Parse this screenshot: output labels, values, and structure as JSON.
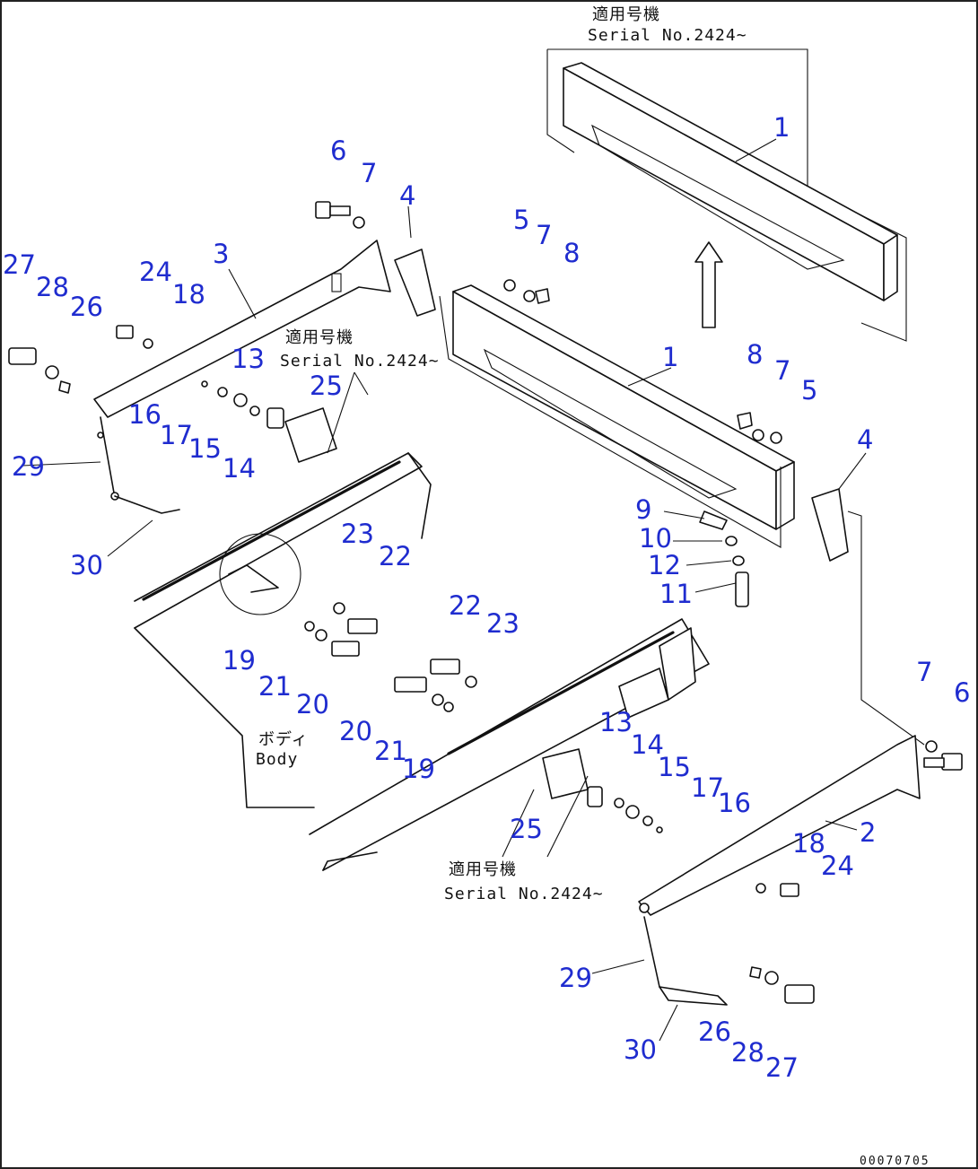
{
  "serial_notes": [
    {
      "jp": "適用号機",
      "en": "Serial No.2424~"
    },
    {
      "jp": "適用号機",
      "en": "Serial No.2424~"
    },
    {
      "jp": "適用号機",
      "en": "Serial No.2424~"
    }
  ],
  "body_label": {
    "jp": "ボディ",
    "en": "Body"
  },
  "drawing_code": "00070705",
  "callouts": [
    "1",
    "1",
    "2",
    "3",
    "4",
    "4",
    "5",
    "5",
    "6",
    "6",
    "7",
    "7",
    "7",
    "7",
    "8",
    "8",
    "9",
    "10",
    "11",
    "12",
    "13",
    "13",
    "14",
    "14",
    "15",
    "15",
    "16",
    "16",
    "17",
    "17",
    "18",
    "18",
    "19",
    "19",
    "20",
    "20",
    "21",
    "21",
    "22",
    "22",
    "23",
    "23",
    "24",
    "24",
    "25",
    "25",
    "26",
    "26",
    "27",
    "27",
    "28",
    "28",
    "29",
    "29",
    "30",
    "30"
  ]
}
